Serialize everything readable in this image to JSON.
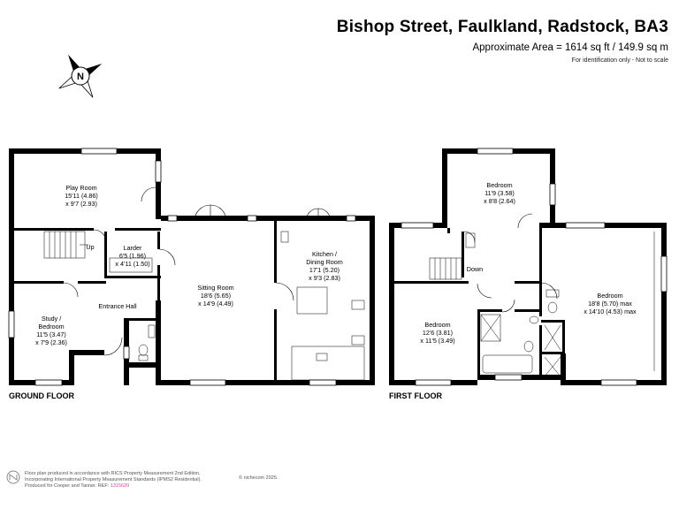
{
  "header": {
    "title": "Bishop Street, Faulkland, Radstock, BA3",
    "area": "Approximate Area = 1614 sq ft / 149.9 sq m",
    "note": "For identification only - Not to scale"
  },
  "compass": {
    "letter": "N"
  },
  "ground_floor": {
    "label": "GROUND FLOOR",
    "rooms": {
      "play_room": {
        "name": "Play Room",
        "dim1": "15'11 (4.86)",
        "dim2": "x 9'7 (2.93)"
      },
      "larder": {
        "name": "Larder",
        "dim1": "6'5 (1.96)",
        "dim2": "x 4'11 (1.50)"
      },
      "sitting_room": {
        "name": "Sitting Room",
        "dim1": "18'6 (5.65)",
        "dim2": "x 14'9 (4.49)"
      },
      "kitchen": {
        "name1": "Kitchen /",
        "name2": "Dining Room",
        "dim1": "17'1 (5.20)",
        "dim2": "x 9'3 (2.83)"
      },
      "study": {
        "name1": "Study /",
        "name2": "Bedroom",
        "dim1": "11'5 (3.47)",
        "dim2": "x 7'9 (2.36)"
      },
      "entrance_hall": {
        "name": "Entrance Hall"
      }
    },
    "up_label": "Up"
  },
  "first_floor": {
    "label": "FIRST FLOOR",
    "rooms": {
      "bedroom_top": {
        "name": "Bedroom",
        "dim1": "11'9 (3.58)",
        "dim2": "x 8'8 (2.64)"
      },
      "bedroom_left": {
        "name": "Bedroom",
        "dim1": "12'6 (3.81)",
        "dim2": "x 11'5 (3.49)"
      },
      "bedroom_right": {
        "name": "Bedroom",
        "dim1": "18'8 (5.70) max",
        "dim2": "x 14'10 (4.53) max"
      }
    },
    "down_label": "Down"
  },
  "footer": {
    "line1": "Floor plan produced in accordance with RICS Property Measurement 2nd Edition,",
    "line2": "Incorporating International Property Measurement Standards (IPMS2 Residential).",
    "line2b": "© nichecom 2025.",
    "line3": "Produced for Cooper and Tanner.",
    "ref_label": "REF:",
    "ref_value": "1315620"
  },
  "colors": {
    "wall": "#000000",
    "ref": "#d2479a"
  }
}
